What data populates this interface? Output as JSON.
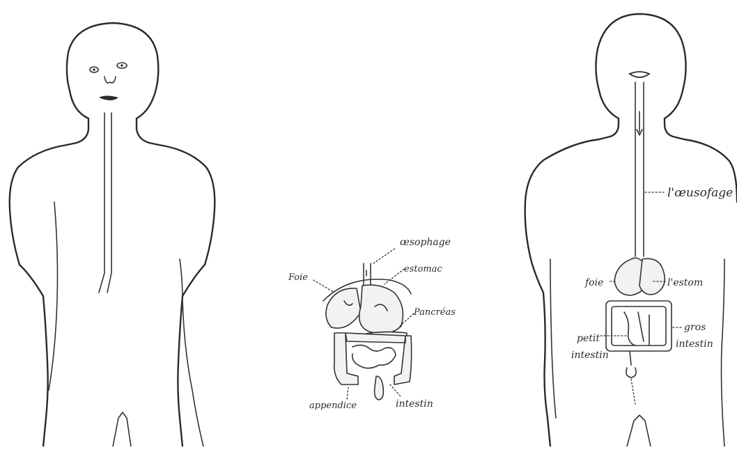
{
  "center_diagram": {
    "labels": {
      "oesophagus": "œsophage",
      "liver": "Foie",
      "stomach": "estomac",
      "pancreas": "Pancréas",
      "appendix": "appendice",
      "intestine": "intestin"
    }
  },
  "right_figure": {
    "labels": {
      "oesophagus": "l'œusofage",
      "liver": "foie",
      "stomach": "l'estom",
      "large_intestine_line1": "gros",
      "large_intestine_line2": "intestin",
      "small_intestine_line1": "petit",
      "small_intestine_line2": "intestin"
    }
  }
}
